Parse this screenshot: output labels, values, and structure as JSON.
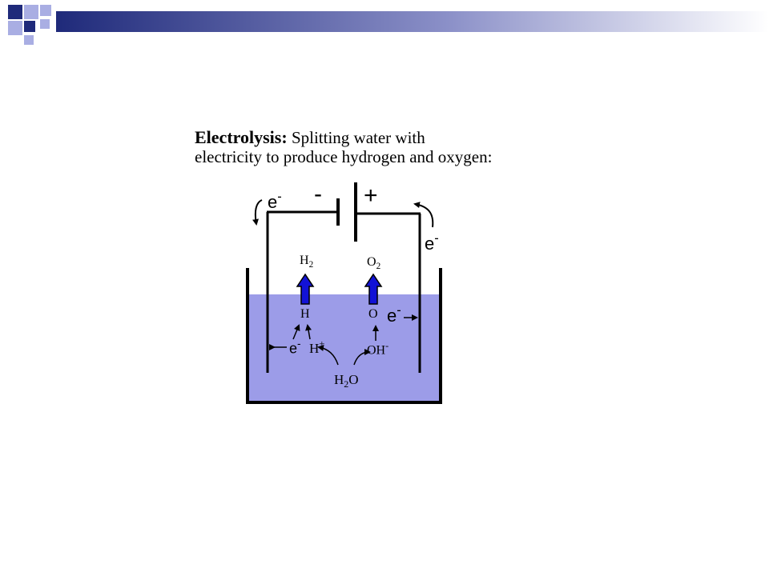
{
  "slide": {
    "title_bold": "Electrolysis:",
    "title_rest": " Splitting water with",
    "title_line2": "electricity to produce hydrogen and oxygen:"
  },
  "diagram": {
    "battery": {
      "negative_sign": "-",
      "positive_sign": "+"
    },
    "electron_left": {
      "base": "e",
      "charge": "-"
    },
    "electron_right": {
      "base": "e",
      "charge": "-"
    },
    "hydrogen_gas": {
      "base": "H",
      "subscript": "2"
    },
    "oxygen_gas": {
      "base": "O",
      "subscript": "2"
    },
    "hydrogen_atom": "H",
    "oxygen_atom": "O",
    "electron_cathode": {
      "base": "e",
      "charge": "-"
    },
    "electron_anode": {
      "base": "e",
      "charge": "-"
    },
    "proton": {
      "base": "H",
      "charge": "+"
    },
    "hydroxide": {
      "base": "OH",
      "charge": "-"
    },
    "water": {
      "pre": "H",
      "subscript": "2",
      "post": "O"
    }
  },
  "colors": {
    "water": "#9c9ce8",
    "arrow_fill": "#1212d6",
    "decor_dark": "#1f2a7a",
    "decor_light": "#a9aee3"
  }
}
